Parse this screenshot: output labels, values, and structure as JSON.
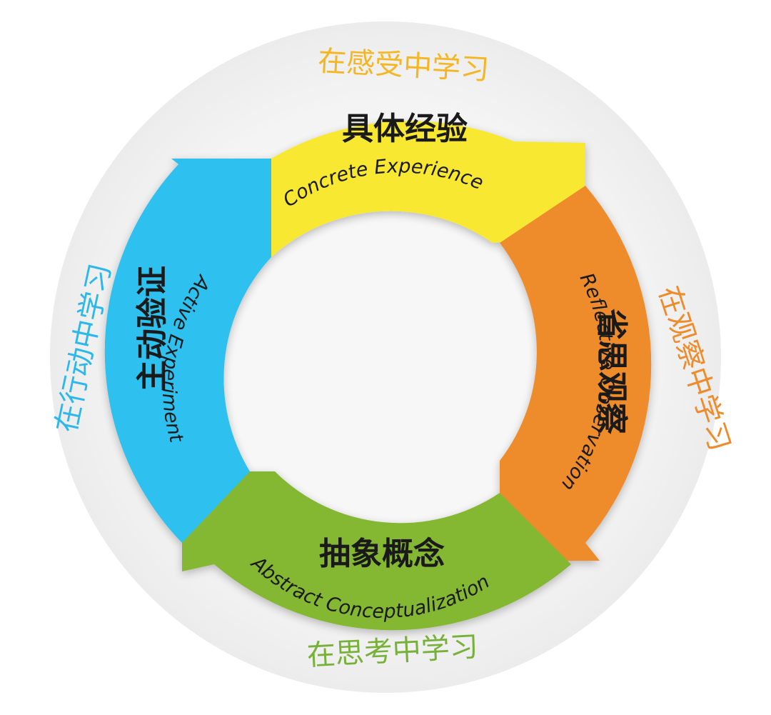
{
  "colors": {
    "outer_disc": "#f1f1f1",
    "inner_disc": "#f7f7f7",
    "yellow": "#f8e831",
    "orange": "#ee8b2b",
    "green": "#84b733",
    "blue": "#2ec0ee",
    "outer_top": "#f5b623",
    "outer_right": "#ee8b2b",
    "outer_bottom": "#78b13a",
    "outer_left": "#2cb8ea"
  },
  "stages": {
    "concrete": {
      "zh": "具体经验",
      "en": "Concrete Experience",
      "outer": "在感受中学习"
    },
    "reflective": {
      "zh": "省思观察",
      "en": "Reflective Observation",
      "outer": "在观察中学习"
    },
    "abstract": {
      "zh": "抽象概念",
      "en": "Abstract Conceptualization",
      "outer": "在思考中学习"
    },
    "active": {
      "zh": "主动验证",
      "en": "Active Experiment",
      "outer": "在行动中学习"
    }
  }
}
